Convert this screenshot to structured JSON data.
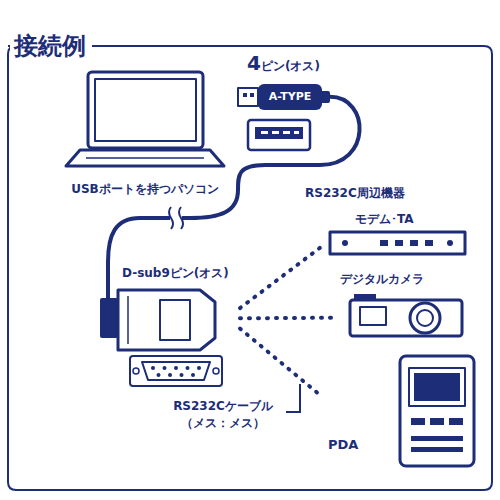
{
  "diagram": {
    "title": "接続例",
    "nodes": [
      {
        "text": [
          "USBポートを持つパソコン"
        ]
      },
      {
        "text": [
          "4ピン(オス)",
          "A-TYPE"
        ]
      },
      {
        "text": [
          "D-sub9ピン(オス)"
        ]
      },
      {
        "text": [
          "モデム･TA"
        ]
      },
      {
        "text": [
          "デジタルカメラ"
        ]
      },
      {
        "text": [
          "PDA"
        ]
      }
    ],
    "edges": [
      {
        "from": 1,
        "to": 2,
        "arrow": "none"
      },
      {
        "from": 2,
        "to": 3,
        "arrow": "none"
      },
      {
        "from": 2,
        "to": 4,
        "arrow": "none"
      },
      {
        "from": 2,
        "to": 5,
        "arrow": "none"
      }
    ],
    "labels": [
      "RS232C周辺機器",
      "RS232Cケーブル （メス：メス）"
    ]
  }
}
